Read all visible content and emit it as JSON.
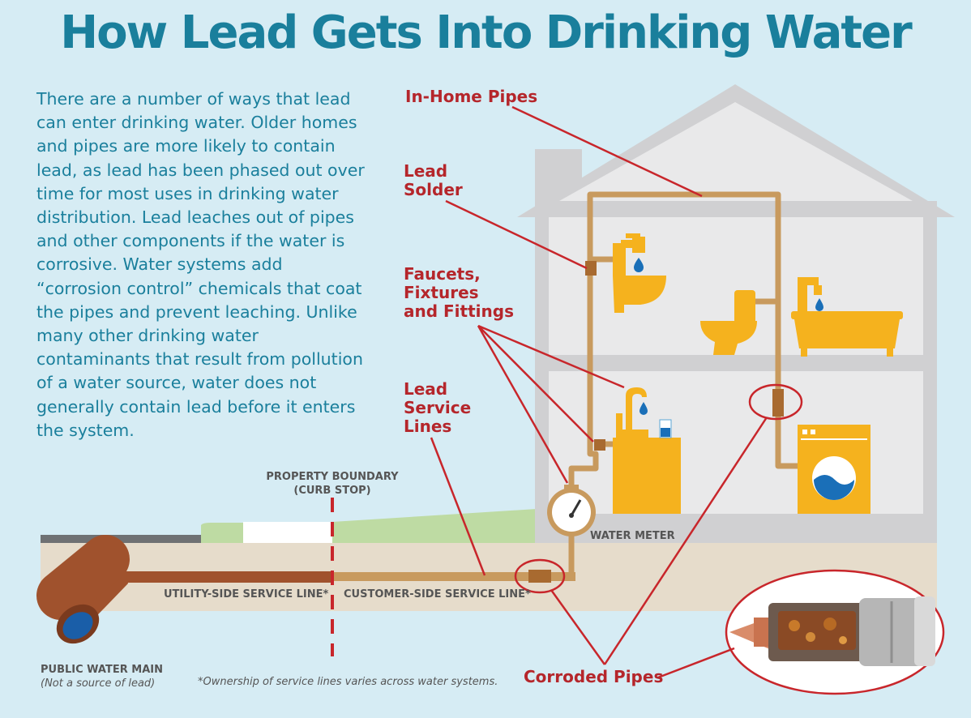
{
  "title": "How Lead Gets Into Drinking Water",
  "intro": "There are a number of ways that lead can enter drinking water. Older homes and pipes are more likely to contain lead, as lead has been phased out over time for most uses in drinking water distribution. Lead leaches out of pipes and other components if the water is corrosive. Water systems add “corrosion control” chemicals that coat the pipes and prevent leaching. Unlike many other drinking water contaminants that result from pollution of a water source, water does not generally contain lead before it enters the system.",
  "labels": {
    "in_home_pipes": "In-Home Pipes",
    "lead_solder": [
      "Lead",
      "Solder"
    ],
    "faucets": [
      "Faucets,",
      "Fixtures",
      "and Fittings"
    ],
    "service_lines": [
      "Lead",
      "Service",
      "Lines"
    ],
    "corroded_pipes": "Corroded Pipes"
  },
  "property_boundary": [
    "PROPERTY BOUNDARY",
    "(CURB STOP)"
  ],
  "utility_side": "UTILITY-SIDE SERVICE LINE*",
  "customer_side": "CUSTOMER-SIDE SERVICE LINE*",
  "water_meter": "WATER METER",
  "water_main": [
    "PUBLIC WATER MAIN",
    "(Not a source of lead)"
  ],
  "footnote": "*Ownership of service lines varies across water systems.",
  "colors": {
    "title": "#1a7f9c",
    "label_red": "#b5262b",
    "pipe_copper": "#c89a5e",
    "fixture_yellow": "#f5b21e",
    "house_gray": "#d0d0d2",
    "background": "#d6ecf4"
  }
}
